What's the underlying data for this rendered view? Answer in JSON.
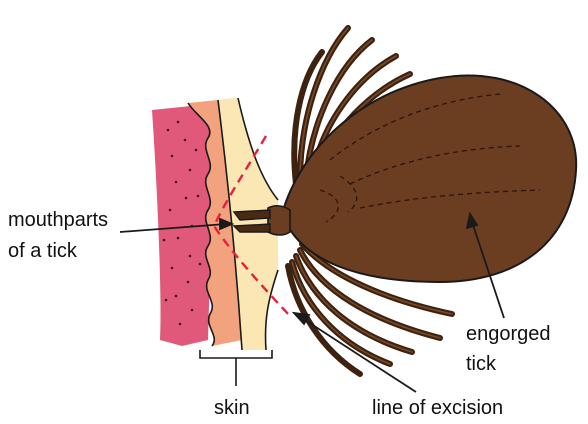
{
  "labels": {
    "mouthparts_line1": "mouthparts",
    "mouthparts_line2": "of a tick",
    "engorged_line1": "engorged",
    "engorged_line2": "tick",
    "skin": "skin",
    "excision": "line of excision"
  },
  "colors": {
    "epidermis": "#e0597a",
    "dermis": "#f2a27c",
    "subcutis": "#fbe7b3",
    "tick_body": "#6b3e22",
    "legs": "#4a2a14",
    "excision_line": "#e8203f",
    "outline": "#1a1a1a"
  }
}
